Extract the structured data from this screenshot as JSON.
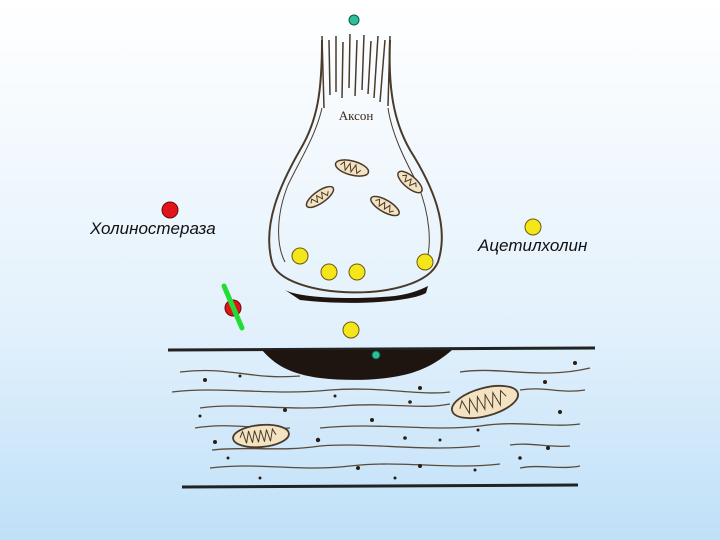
{
  "labels": {
    "axon": "Аксон",
    "cholinesterase": "Холиностераза",
    "acetylcholine": "Ацетилхолин"
  },
  "colors": {
    "acetylcholine": "#f5e61b",
    "cholinesterase": "#e0141a",
    "receptor_marker": "#2bbf9a",
    "blocker": "#22dd33",
    "membrane": "#222222"
  }
}
